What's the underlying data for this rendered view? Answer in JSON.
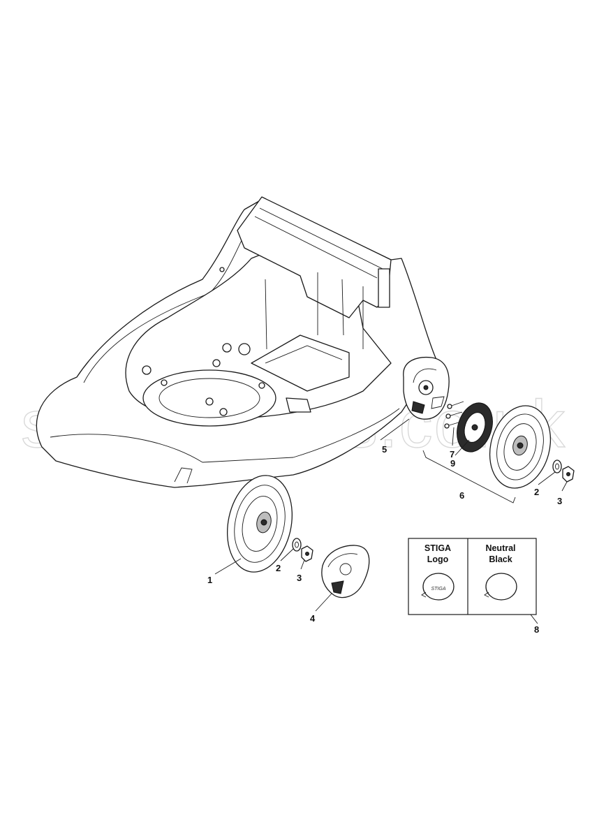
{
  "watermark": "stigaspares.co.uk",
  "callouts": {
    "c1": "1",
    "c2a": "2",
    "c3a": "3",
    "c4": "4",
    "c5": "5",
    "c6": "6",
    "c7": "7",
    "c9": "9",
    "c2b": "2",
    "c3b": "3",
    "c8": "8"
  },
  "variant_box": {
    "left": {
      "line1": "STIGA",
      "line2": "Logo"
    },
    "right": {
      "line1": "Neutral",
      "line2": "Black"
    }
  }
}
